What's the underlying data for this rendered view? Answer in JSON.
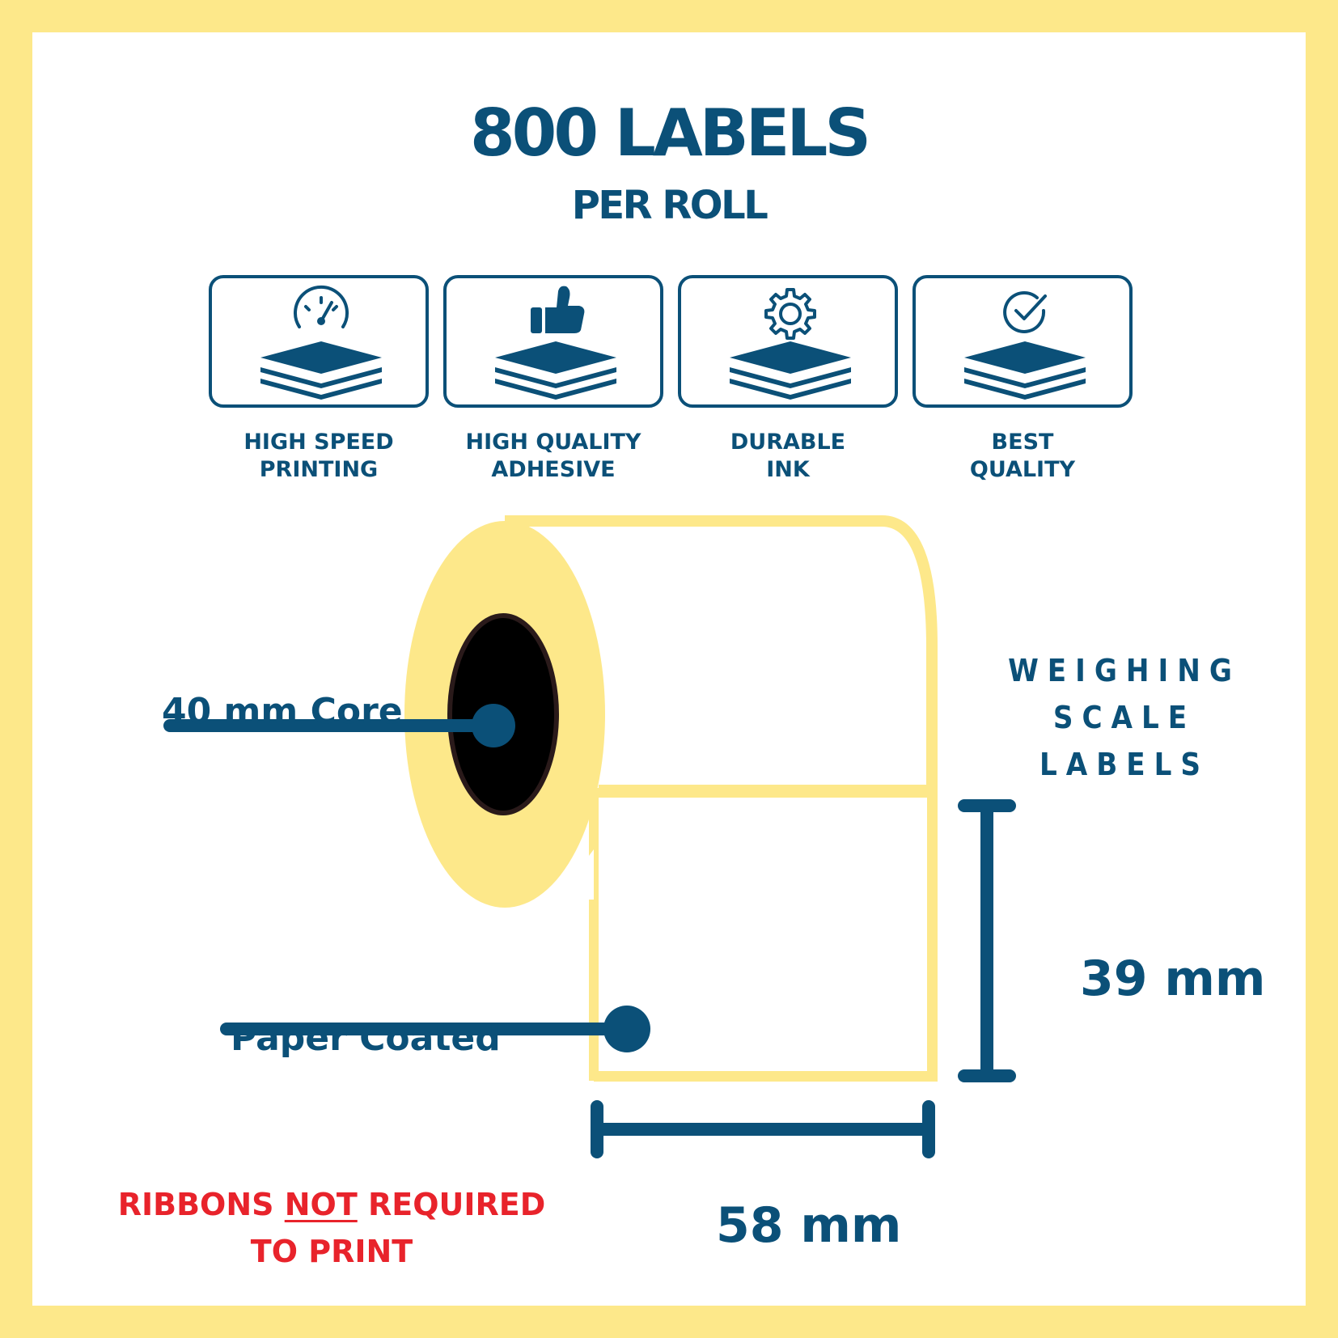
{
  "header": {
    "title": "800 LABELS",
    "subtitle": "PER ROLL"
  },
  "features": [
    {
      "icon": "speedometer-icon",
      "line1": "HIGH SPEED",
      "line2": "PRINTING"
    },
    {
      "icon": "thumbs-up-icon",
      "line1": "HIGH QUALITY",
      "line2": "ADHESIVE"
    },
    {
      "icon": "gear-icon",
      "line1": "DURABLE",
      "line2": "INK"
    },
    {
      "icon": "check-circle-icon",
      "line1": "BEST",
      "line2": "QUALITY"
    }
  ],
  "diagram": {
    "core_label": "40 mm Core",
    "paper_label": "Paper Coated",
    "product_type_line1": "WEIGHING SCALE",
    "product_type_line2": "LABELS",
    "height": "39 mm",
    "width": "58 mm"
  },
  "note": {
    "part1": "RIBBONS ",
    "emphasis": "NOT",
    "part2": " REQUIRED",
    "line2": "TO PRINT"
  },
  "colors": {
    "border": "#fde88a",
    "primary": "#0b5078",
    "roll": "#fde88a",
    "core": "#000000",
    "warning": "#e8232b"
  }
}
